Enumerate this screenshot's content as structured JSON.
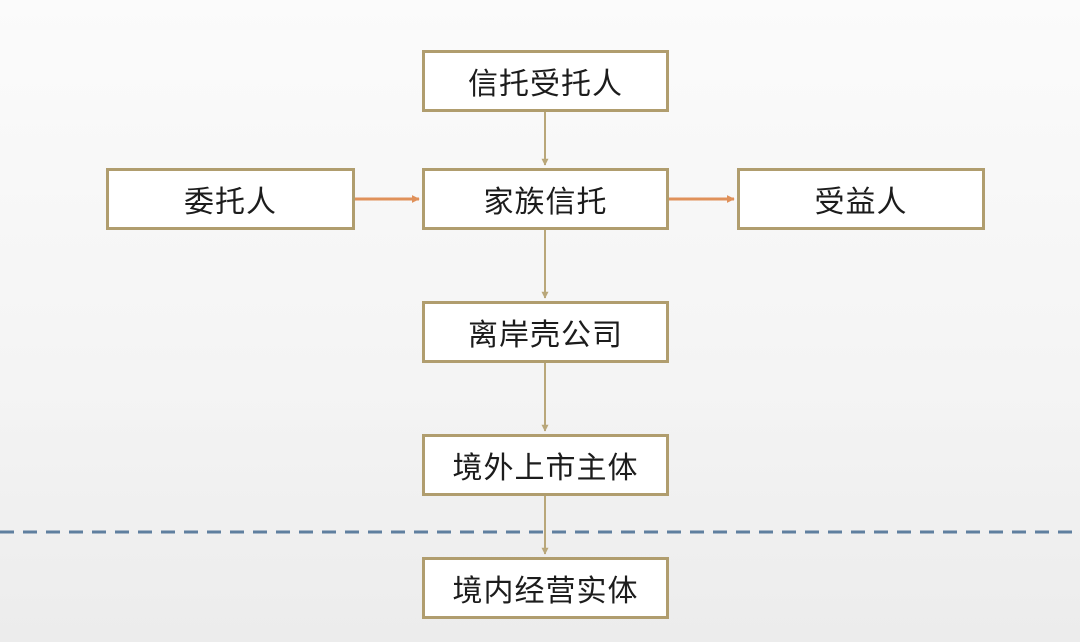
{
  "colors": {
    "box_border": "#b09d6e",
    "arrow_main": "#b9a77a",
    "arrow_side": "#e0915a",
    "divider": "#5f7f9f"
  },
  "nodes": {
    "trustee": "信托受托人",
    "settlor": "委托人",
    "family_trust": "家族信托",
    "beneficiary": "受益人",
    "offshore_company": "离岸壳公司",
    "overseas_listed": "境外上市主体",
    "domestic_entity": "境内经营实体"
  },
  "edges": [
    {
      "from": "trustee",
      "to": "family_trust"
    },
    {
      "from": "settlor",
      "to": "family_trust"
    },
    {
      "from": "family_trust",
      "to": "beneficiary"
    },
    {
      "from": "family_trust",
      "to": "offshore_company"
    },
    {
      "from": "offshore_company",
      "to": "overseas_listed"
    },
    {
      "from": "overseas_listed",
      "to": "domestic_entity"
    }
  ]
}
